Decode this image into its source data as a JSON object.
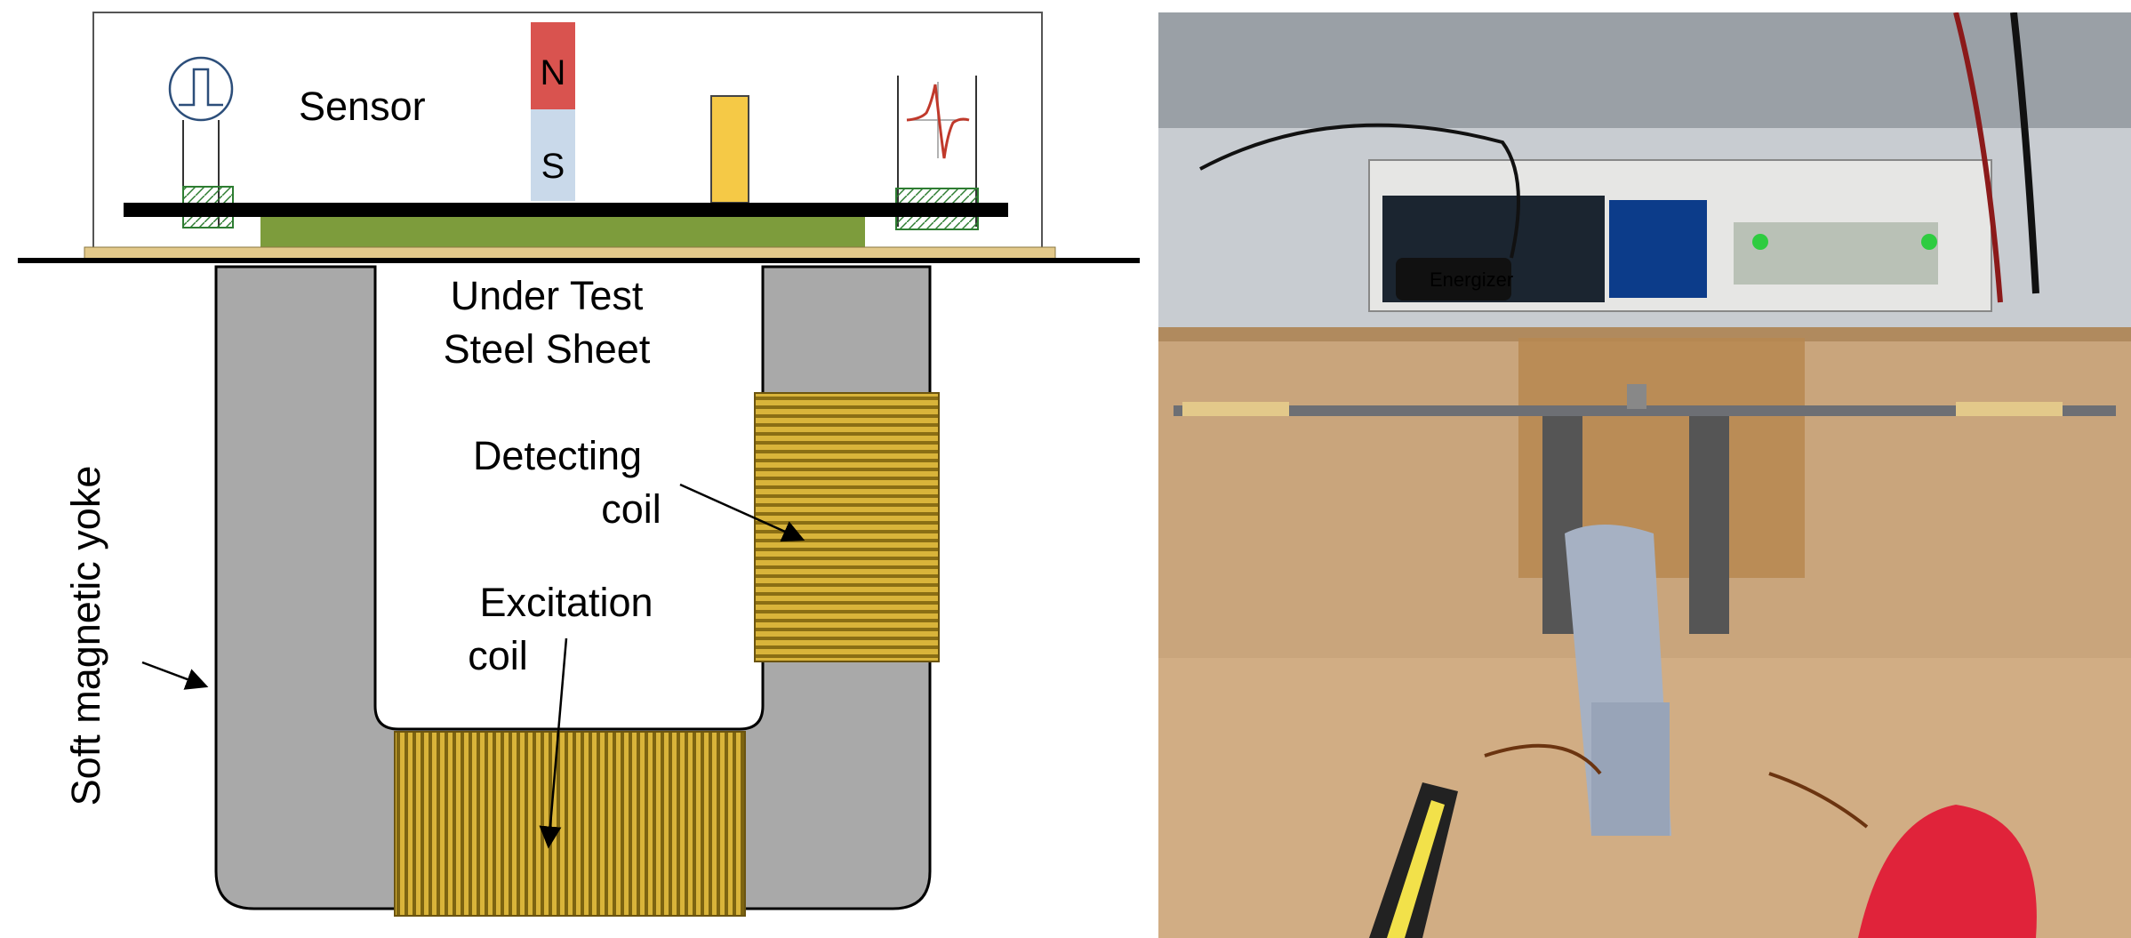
{
  "schematic": {
    "sensor_label": "Sensor",
    "magnet_north": "N",
    "magnet_south": "S",
    "sheet_label_line1": "Under Test",
    "sheet_label_line2": "Steel Sheet",
    "detecting_coil_line1": "Detecting",
    "detecting_coil_line2": "coil",
    "excitation_coil_line1": "Excitation",
    "excitation_coil_line2": "coil",
    "yoke_label": "Soft magnetic yoke"
  },
  "photo": {
    "battery_brand": "Energizer"
  },
  "colors": {
    "yoke_gray": "#a9a9a9",
    "coil_gold": "#b8971f",
    "magnet_north": "#d9534f",
    "magnet_south": "#c9d9ea",
    "hall_bar": "#f5c946",
    "sensor_board": "#7d9c3c",
    "sheet_strip": "#e3c98a",
    "cardboard": "#c9a57c"
  }
}
